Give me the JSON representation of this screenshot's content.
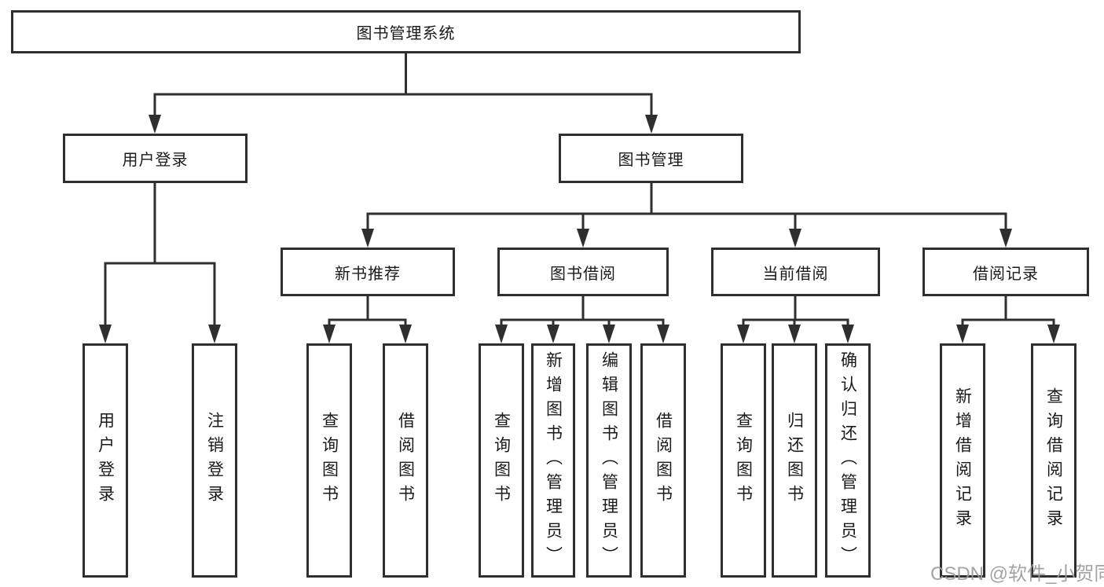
{
  "colors": {
    "line": "#2f2f2f",
    "border": "#2f2f2f",
    "text": "#1a1a1a",
    "watermark": "#9b9b9b",
    "background": "#ffffff"
  },
  "watermark": {
    "text": "CSDN @软件_小贺同学"
  },
  "tree": {
    "root": {
      "label": "图书管理系统"
    },
    "branches": [
      {
        "label": "用户登录",
        "children": [
          {
            "label": "用户登录"
          },
          {
            "label": "注销登录"
          }
        ]
      },
      {
        "label": "图书管理",
        "sections": [
          {
            "label": "新书推荐",
            "children": [
              {
                "label": "查询图书"
              },
              {
                "label": "借阅图书"
              }
            ]
          },
          {
            "label": "图书借阅",
            "children": [
              {
                "label": "查询图书"
              },
              {
                "label": "新增图书（管理员）"
              },
              {
                "label": "编辑图书（管理员）"
              },
              {
                "label": "借阅图书"
              }
            ]
          },
          {
            "label": "当前借阅",
            "children": [
              {
                "label": "查询图书"
              },
              {
                "label": "归还图书"
              },
              {
                "label": "确认归还（管理员）"
              }
            ]
          },
          {
            "label": "借阅记录",
            "children": [
              {
                "label": "新增借阅记录"
              },
              {
                "label": "查询借阅记录"
              }
            ]
          }
        ]
      }
    ]
  }
}
